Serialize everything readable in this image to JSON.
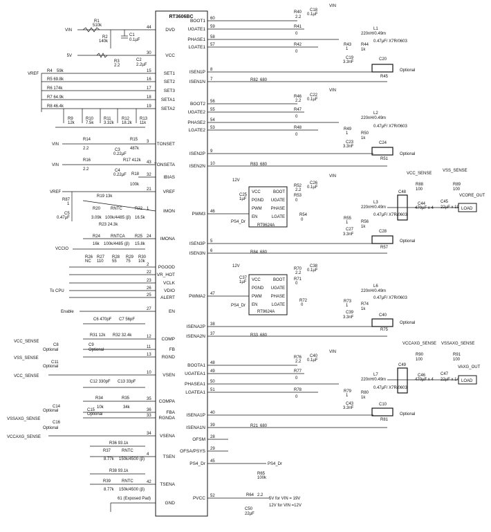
{
  "chip": {
    "name": "RT3606BC",
    "left_pins": [
      {
        "name": "DVD",
        "num": "44"
      },
      {
        "name": "VCC",
        "num": "30"
      },
      {
        "name": "SET1",
        "num": "15"
      },
      {
        "name": "SET2",
        "num": "16"
      },
      {
        "name": "SET3",
        "num": "17"
      },
      {
        "name": "SETA1",
        "num": "18"
      },
      {
        "name": "SETA2",
        "num": "19"
      },
      {
        "name": "TONSET",
        "num": "3"
      },
      {
        "name": "TONSETA",
        "num": "43"
      },
      {
        "name": "IBIAS",
        "num": "32"
      },
      {
        "name": "VREF",
        "num": "21"
      },
      {
        "name": "IMON",
        "num": "1"
      },
      {
        "name": "IMONA",
        "num": "24"
      },
      {
        "name": "PGOOD",
        "num": "2"
      },
      {
        "name": "VR_HOT",
        "num": "22"
      },
      {
        "name": "VCLK",
        "num": "23"
      },
      {
        "name": "VDIO",
        "num": "26"
      },
      {
        "name": "ALERT",
        "num": "25"
      },
      {
        "name": "EN",
        "num": "27"
      },
      {
        "name": "COMP",
        "num": "12"
      },
      {
        "name": "FB",
        "num": "11"
      },
      {
        "name": "RGND",
        "num": "13"
      },
      {
        "name": "VSEN",
        "num": "10"
      },
      {
        "name": "COMPA",
        "num": "35"
      },
      {
        "name": "FBA",
        "num": "36"
      },
      {
        "name": "RGNDA",
        "num": "33"
      },
      {
        "name": "VSENA",
        "num": "34"
      },
      {
        "name": "TSEN",
        "num": "4"
      },
      {
        "name": "TSENA",
        "num": "42"
      },
      {
        "name": "GND",
        "num": ""
      }
    ],
    "right_pins": [
      {
        "name": "BOOT1",
        "num": "60"
      },
      {
        "name": "UGATE1",
        "num": "59"
      },
      {
        "name": "PHASE1",
        "num": "58"
      },
      {
        "name": "LGATE1",
        "num": "57"
      },
      {
        "name": "ISEN1P",
        "num": "8"
      },
      {
        "name": "ISEN1N",
        "num": "7"
      },
      {
        "name": "BOOT2",
        "num": "56"
      },
      {
        "name": "UGATE2",
        "num": "55"
      },
      {
        "name": "PHASE2",
        "num": "54"
      },
      {
        "name": "LGATE2",
        "num": "53"
      },
      {
        "name": "ISEN2P",
        "num": "9"
      },
      {
        "name": "ISEN2N",
        "num": "10"
      },
      {
        "name": "PWM3",
        "num": "46"
      },
      {
        "name": "ISEN3P",
        "num": "5"
      },
      {
        "name": "ISEN3N",
        "num": "6"
      },
      {
        "name": "PWMA2",
        "num": "47"
      },
      {
        "name": "ISENA2P",
        "num": "38"
      },
      {
        "name": "ISENA2N",
        "num": "37"
      },
      {
        "name": "BOOTA1",
        "num": "48"
      },
      {
        "name": "UGATEA1",
        "num": "49"
      },
      {
        "name": "PHASEA1",
        "num": "50"
      },
      {
        "name": "LGATEA1",
        "num": "51"
      },
      {
        "name": "ISENA1P",
        "num": "40"
      },
      {
        "name": "ISENA1N",
        "num": "39"
      },
      {
        "name": "OFSM",
        "num": "28"
      },
      {
        "name": "OFSA/PSYS",
        "num": "29"
      },
      {
        "name": "PS4_Dr",
        "num": "45"
      },
      {
        "name": "PVCC",
        "num": "52"
      }
    ],
    "exposed_pad": "61 (Exposed Pad)"
  },
  "left_labels": {
    "vin1": "VIN",
    "r1": "R1",
    "r1v": "510k",
    "c1": "C1",
    "c1v": "0.1µF",
    "r2": "R2",
    "r2v": "140k",
    "five_v": "5V",
    "r3": "R3",
    "r3v": "2.2",
    "c2": "C2",
    "c2v": "2.2µF",
    "vref": "VREF",
    "r4": "R4",
    "r4v": "59k",
    "r5": "R5 69.8k",
    "r6": "R6 174k",
    "r7": "R7 64.9k",
    "r8": "R8 46.4k",
    "r9": "R9",
    "r9v": "12k",
    "r10": "R10",
    "r10v": "7.5k",
    "r11": "R11",
    "r11v": "3.32k",
    "r12": "R12",
    "r12v": "18.2k",
    "r13": "R13",
    "r13v": "11k",
    "vin2": "VIN",
    "r14": "R14",
    "r14v": "2.2",
    "r15": "R15",
    "r15v": "487k",
    "c3": "C3",
    "c3v": "0.22µF",
    "vin3": "VIN",
    "r16": "R16",
    "r16v": "2.2",
    "r17": "R17 412k",
    "c4": "C4",
    "c4v": "0.22µF",
    "r18": "R18",
    "r18v": "100k",
    "vref2": "VREF",
    "r87": "R87",
    "r87v": "1",
    "c5": "C5",
    "c5v": "0.47µF",
    "r19": "R19 13k",
    "r20": "R20",
    "r20v": "3.09k",
    "rntc1": "RNTC",
    "rntc1v": "100k/4485 (β)",
    "r22": "R22",
    "r22v": "16.5k",
    "r23": "R23 24.3k",
    "r24": "R24",
    "r24v": "16k",
    "rntca": "RNTCA",
    "rntcav": "100k/4485 (β)",
    "r25": "R25",
    "r25v": "15.8k",
    "vccio": "VCCIO",
    "r26": "R26",
    "r26v": "NC",
    "r27": "R27",
    "r27v": "110",
    "r28": "R28",
    "r28v": "55",
    "r29": "R29",
    "r29v": "75",
    "r30": "R30",
    "r30v": "10k",
    "to_cpu": "To CPU",
    "enable": "Enable",
    "c6": "C6 470pF",
    "c7": "C7 56pF",
    "r31": "R31 12k",
    "r32": "R32 32.4k",
    "vcc_sense": "VCC_SENSE",
    "c8": "C8",
    "c8v": "Optional",
    "c9": "C9",
    "c9v": "Optional",
    "vss_sense": "VSS_SENSE",
    "c11": "C11",
    "c11v": "Optional",
    "vcc_sense2": "VCC_SENSE",
    "c12": "C12 330pF",
    "c13": "C13 33pF",
    "r34": "R34",
    "r34v": "10k",
    "r35": "R35",
    "r35v": "34k",
    "c14": "C14",
    "c14v": "Optional",
    "c15": "C15",
    "c15v": "Optional",
    "vssaxg": "VSSAXG_SENSE",
    "c16": "C16",
    "c16v": "Optional",
    "vccaxg": "VCCAXG_SENSE",
    "r36": "R36 93.1k",
    "r37": "R37",
    "r37v": "8.77k",
    "rntc3": "RNTC",
    "rntc3v": "150k/4500 (β)",
    "r38": "R38 93.1k",
    "r39": "R39",
    "r39v": "8.77k",
    "rntc4": "RNTC",
    "rntc4v": "150k/4500 (β)"
  },
  "right_labels": {
    "vin_a": "VIN",
    "r40": "R40",
    "r40v": "2.2",
    "c18": "C18",
    "c18v": "0.1µF",
    "r41": "R41",
    "r41v": "0",
    "r42": "R42",
    "r42v": "0",
    "r43": "R43",
    "r43v": "1",
    "c19": "C19",
    "c19v": "3.3nF",
    "l1": "L1",
    "l1v": "220nH/0.49m",
    "r44": "R44",
    "r44v": "1k",
    "c20": "C20",
    "c20v": "0.47µF/ X7R/0603",
    "r45": "R45",
    "opt1": "Optional",
    "r82": "R82",
    "r82v": "680",
    "vin_b": "VIN",
    "r46": "R46",
    "r46v": "2.2",
    "c22": "C22",
    "c22v": "0.1µF",
    "r47": "R47",
    "r47v": "0",
    "r48": "R48",
    "r48v": "0",
    "r49": "R49",
    "r49v": "1",
    "c23": "C23",
    "c23v": "3.3nF",
    "l2": "L2",
    "l2v": "220nH/0.49m",
    "r50": "R50",
    "r50v": "1k",
    "c24": "C24",
    "c24v": "0.47µF/ X7R/0603",
    "r51": "R51",
    "opt2": "Optional",
    "r83": "R83",
    "r83v": "680",
    "v12a": "12V",
    "vin_c": "VIN",
    "c25": "C25",
    "c25v": "1µF",
    "drv1": "RT9624A",
    "drv1_pins": [
      "VCC",
      "BOOT",
      "PGND",
      "UGATE",
      "PWM",
      "PHASE",
      "EN",
      "LGATE"
    ],
    "ps4a": "PS4_Dr",
    "r52": "R52",
    "r52v": "2.2",
    "c26": "C26",
    "c26v": "0.1µF",
    "r53": "R53",
    "r53v": "0",
    "r54": "R54",
    "r54v": "0",
    "r55": "R55",
    "r55v": "1",
    "c27": "C27",
    "c27v": "3.3nF",
    "l3": "L3",
    "l3v": "220nH/0.49m",
    "r56": "R56",
    "r56v": "1k",
    "c28": "C28",
    "c28v": "0.47µF/ X7R/0603",
    "r57": "R57",
    "opt3": "Optional",
    "r84": "R84",
    "r84v": "680",
    "c48": "C48",
    "c44": "C44",
    "c44v": "470µF x 4",
    "vcc_sense_r": "VCC_SENSE",
    "r88": "R88",
    "r88v": "100",
    "vss_sense_r": "VSS_SENSE",
    "r89": "R89",
    "r89v": "100",
    "vcore_out": "VCORE_OUT",
    "c45": "C45",
    "c45v": "22µF x 19",
    "load1": "LOAD",
    "v12b": "12V",
    "c37": "C37",
    "c37v": "1µF",
    "drv2": "RT9624A",
    "drv2_pins": [
      "VCC",
      "BOOT",
      "PGND",
      "UGATE",
      "PWM",
      "PHASE",
      "EN",
      "LGATE"
    ],
    "ps4b": "PS4_Dr",
    "r70": "R70",
    "r70v": "2.2",
    "c38": "C38",
    "c38v": "0.1µF",
    "r71": "R71",
    "r71v": "0",
    "r72": "R72",
    "r72v": "0",
    "r73": "R73",
    "r73v": "1",
    "c39": "C39",
    "c39v": "3.3nF",
    "l6": "L6",
    "l6v": "220nH/0.49m",
    "r74": "R74",
    "r74v": "1k",
    "c40": "C40",
    "c40v": "0.47µF/ X7R/0603",
    "r75": "R75",
    "opt4": "Optional",
    "r33": "R33",
    "r33v": "680",
    "vin_d": "VIN",
    "r76": "R76",
    "r76v": "2.2",
    "c40b": "C40",
    "c40bv": "0.1µF",
    "r77": "R77",
    "r77v": "0",
    "r78": "R78",
    "r78v": "0",
    "r79": "R79",
    "r79v": "1",
    "c43": "C43",
    "c43v": "3.3nF",
    "l7": "L7",
    "l7v": "220nH/0.49m",
    "r80": "R80",
    "r80v": "1k",
    "c10": "C10",
    "c10v": "0.47µF/ X7R/0603",
    "r81": "R81",
    "opt5": "Optional",
    "r21": "R21",
    "r21v": "680",
    "c49": "C49",
    "c46": "C46",
    "c46v": "470µF x 4",
    "vccaxg_r": "VCCAXG_SENSE",
    "r90": "R90",
    "r90v": "100",
    "vssaxg_r": "VSSAXG_SENSE",
    "r91": "R91",
    "r91v": "100",
    "vaxg_out": "VAXG_OUT",
    "c47": "C47",
    "c47v": "22µF x 14",
    "load2": "LOAD",
    "ps4_dr": "PS4_Dr",
    "r65": "R65",
    "r65v": "100k",
    "r64": "R64",
    "r64v": "2.2",
    "pvcc_note1": "5V for VIN = 19V",
    "pvcc_note2": "12V for VIN =12V",
    "c50": "C50",
    "c50v": "22µF"
  },
  "colors": {
    "ink": "#111111",
    "background": "#ffffff"
  }
}
